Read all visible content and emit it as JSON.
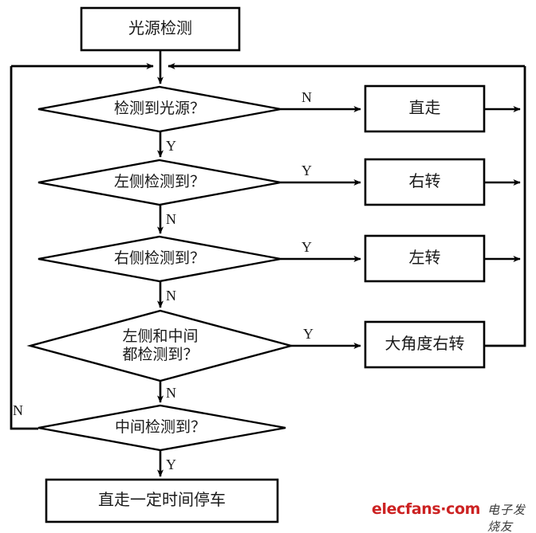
{
  "diagram": {
    "type": "flowchart",
    "title_node": "光源检测",
    "nodes": [
      {
        "id": "start",
        "kind": "process",
        "text": "光源检测"
      },
      {
        "id": "d1",
        "kind": "decision",
        "text": "检测到光源？"
      },
      {
        "id": "p1",
        "kind": "process",
        "text": "直走"
      },
      {
        "id": "d2",
        "kind": "decision",
        "text": "左侧检测到？"
      },
      {
        "id": "p2",
        "kind": "process",
        "text": "右转"
      },
      {
        "id": "d3",
        "kind": "decision",
        "text": "右侧检测到？"
      },
      {
        "id": "p3",
        "kind": "process",
        "text": "左转"
      },
      {
        "id": "d4",
        "kind": "decision",
        "text": "左侧和中间\n都检测到？"
      },
      {
        "id": "p4",
        "kind": "process",
        "text": "大角度右转"
      },
      {
        "id": "d5",
        "kind": "decision",
        "text": "中间检测到？"
      },
      {
        "id": "end",
        "kind": "process",
        "text": "直走一定时间停车"
      }
    ],
    "edge_labels": {
      "d1_no": "N",
      "d1_yes": "Y",
      "d2_yes": "Y",
      "d2_no": "N",
      "d3_yes": "Y",
      "d3_no": "N",
      "d4_yes": "Y",
      "d4_no": "N",
      "d5_no": "N",
      "d5_yes": "Y"
    },
    "colors": {
      "stroke": "#000000",
      "text": "#1a1a1a",
      "background": "#ffffff"
    }
  },
  "watermark": {
    "english": "elecfans·com",
    "chinese": "电子发烧友",
    "english_color": "#cc2222",
    "chinese_color": "#3a3a3a"
  }
}
